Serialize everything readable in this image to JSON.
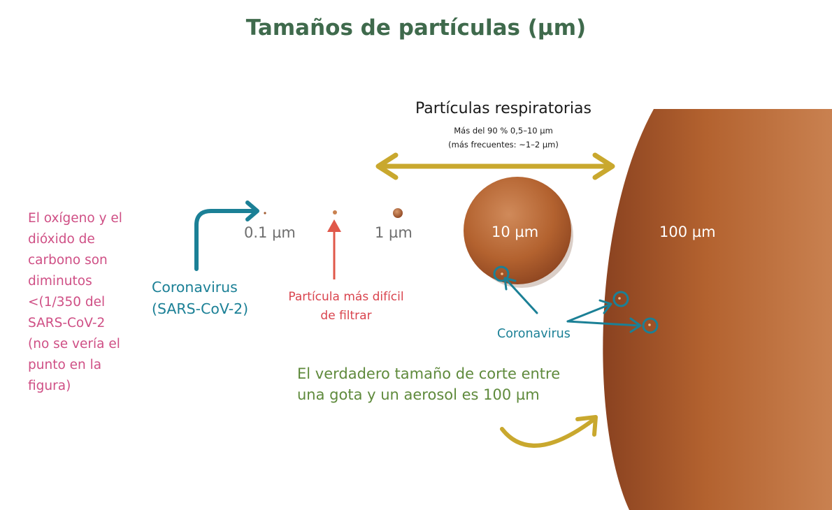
{
  "title": "Tamaños de partículas (µm)",
  "respiratory": {
    "title": "Partículas respiratorias",
    "line1": "Más del 90 % 0,5–10 µm",
    "line2": "(más frecuentes: ~1–2 µm)"
  },
  "size_labels": {
    "p01": "0.1 µm",
    "p1": "1 µm",
    "p10": "10 µm",
    "p100": "100 µm"
  },
  "pink_note": "El oxígeno y el\ndióxido de\ncarbono son\ndiminutos\n<(1/350 del\nSARS-CoV-2\n(no se vería el\npunto en la\nfigura)",
  "coronavirus_left": "Coronavirus\n(SARS-CoV-2)",
  "hard_filter": "Partícula más difícil\nde filtrar",
  "coronavirus_right": "Coronavirus",
  "cutoff_note": "El verdadero tamaño de corte entre\nuna gota y un aerosol es 100 µm",
  "colors": {
    "title": "#3f6a4c",
    "teal": "#1b8096",
    "pink": "#cf4f85",
    "red": "#d9444e",
    "olive": "#5f8a3c",
    "gold": "#c9a82e",
    "particle": "#b5612f"
  }
}
